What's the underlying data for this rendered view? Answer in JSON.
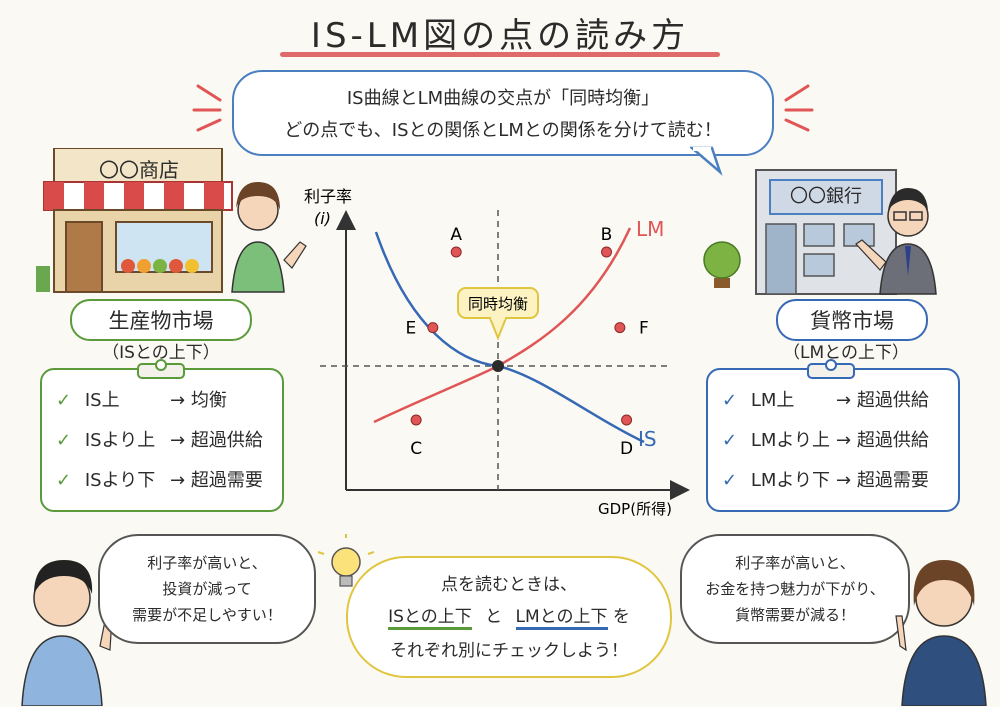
{
  "title": "IS-LM図の点の読み方",
  "intro": {
    "line1": "IS曲線とLM曲線の交点が「同時均衡」",
    "line2": "どの点でも、ISとの関係とLMとの関係を分けて読む！"
  },
  "shop": {
    "sign": "〇〇商店"
  },
  "bank": {
    "sign": "〇〇銀行"
  },
  "goods_market": {
    "title": "生産物市場",
    "subtitle": "（ISとの上下）",
    "rows": [
      {
        "check": "✓",
        "left": "IS上",
        "arrow": "→",
        "right": "均衡"
      },
      {
        "check": "✓",
        "left": "ISより上",
        "arrow": "→",
        "right": "超過供給"
      },
      {
        "check": "✓",
        "left": "ISより下",
        "arrow": "→",
        "right": "超過需要"
      }
    ]
  },
  "money_market": {
    "title": "貨幣市場",
    "subtitle": "（LMとの上下）",
    "rows": [
      {
        "check": "✓",
        "left": "LM上",
        "arrow": "→",
        "right": "超過供給"
      },
      {
        "check": "✓",
        "left": "LMより上",
        "arrow": "→",
        "right": "超過供給"
      },
      {
        "check": "✓",
        "left": "LMより下",
        "arrow": "→",
        "right": "超過需要"
      }
    ]
  },
  "chart": {
    "ylabel1": "利子率",
    "ylabel2": "(i)",
    "xlabel": "GDP(所得)",
    "is_label": "IS",
    "lm_label": "LM",
    "equilibrium_label": "同時均衡",
    "points": [
      {
        "name": "A",
        "x": 0.33,
        "y": 0.85
      },
      {
        "name": "B",
        "x": 0.78,
        "y": 0.85
      },
      {
        "name": "E",
        "x": 0.26,
        "y": 0.58
      },
      {
        "name": "F",
        "x": 0.82,
        "y": 0.58
      },
      {
        "name": "C",
        "x": 0.21,
        "y": 0.25
      },
      {
        "name": "D",
        "x": 0.84,
        "y": 0.25
      }
    ],
    "colors": {
      "is": "#3568b5",
      "lm": "#e05555",
      "point": "#e05555"
    }
  },
  "speech_left": {
    "lines": [
      "利子率が高いと、",
      "投資が減って",
      "需要が不足しやすい！"
    ]
  },
  "speech_center": {
    "line1": "点を読むときは、",
    "part_is": "ISとの上下",
    "part_and": "と",
    "part_lm": "LMとの上下",
    "part_wo": "を",
    "line3": "それぞれ別にチェックしよう！"
  },
  "speech_right": {
    "lines": [
      "利子率が高いと、",
      "お金を持つ魅力が下がり、",
      "貨幣需要が減る！"
    ]
  },
  "colors": {
    "green": "#5a9a3a",
    "blue": "#3568b5",
    "red": "#e05555",
    "yellow": "#e0c640"
  }
}
